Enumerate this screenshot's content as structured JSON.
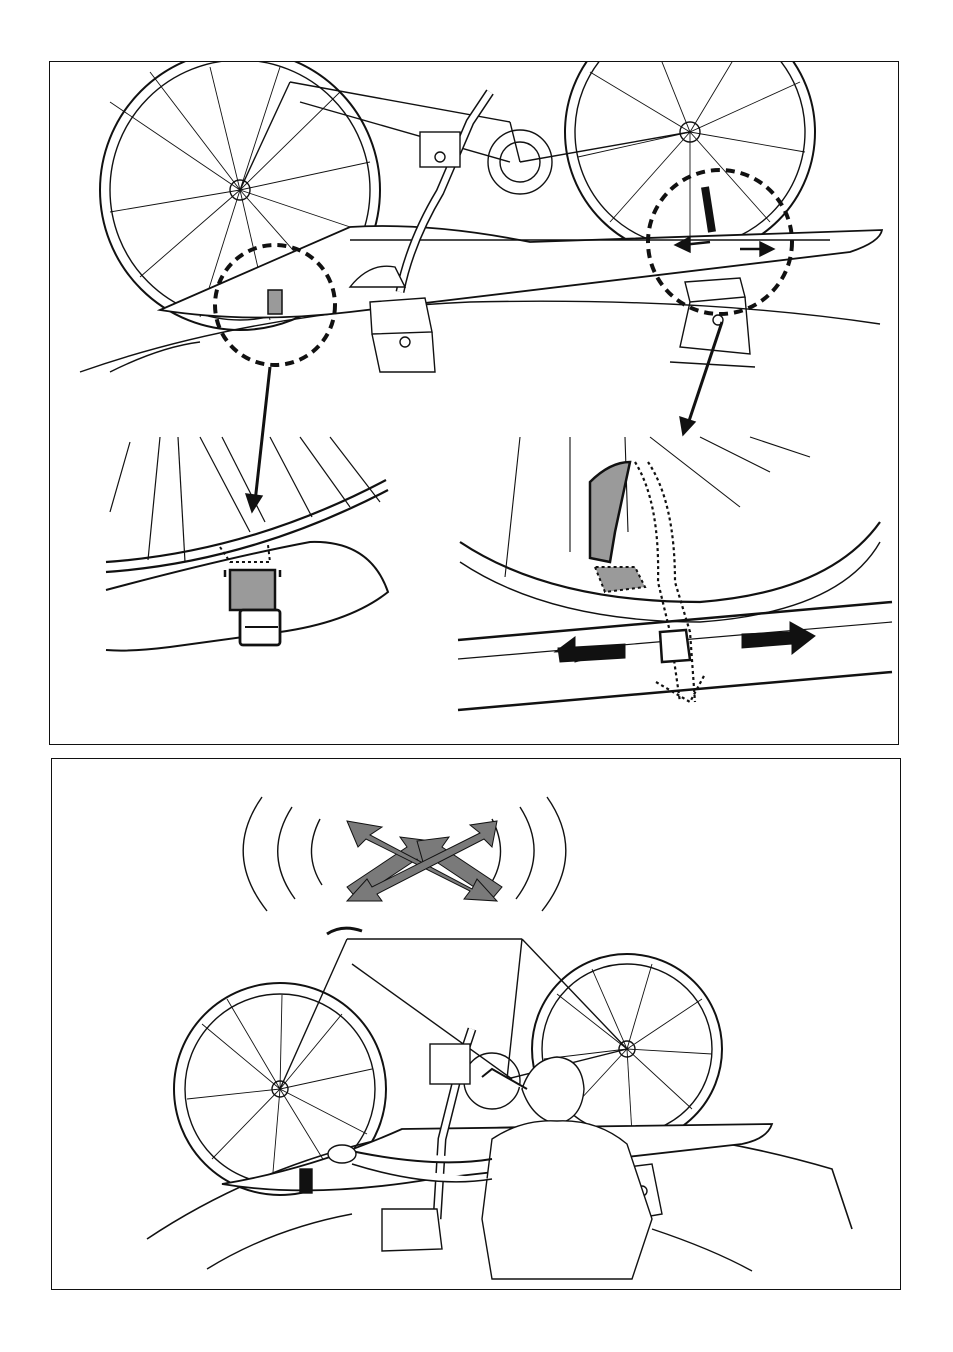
{
  "panels": [
    {
      "id": "strap-fastening",
      "callouts": [
        "front-wheel-strap-detail",
        "rear-wheel-strap-detail"
      ]
    },
    {
      "id": "stability-check"
    }
  ],
  "colors": {
    "line": "#111111",
    "strap_fill": "#9a9a9a",
    "arrow_fill": "#7a7a7a",
    "background": "#ffffff"
  },
  "icons": [
    "bicycle-icon",
    "roof-rack-icon",
    "strap-icon",
    "push-arrow-icon",
    "shake-arrows-icon",
    "person-icon"
  ]
}
